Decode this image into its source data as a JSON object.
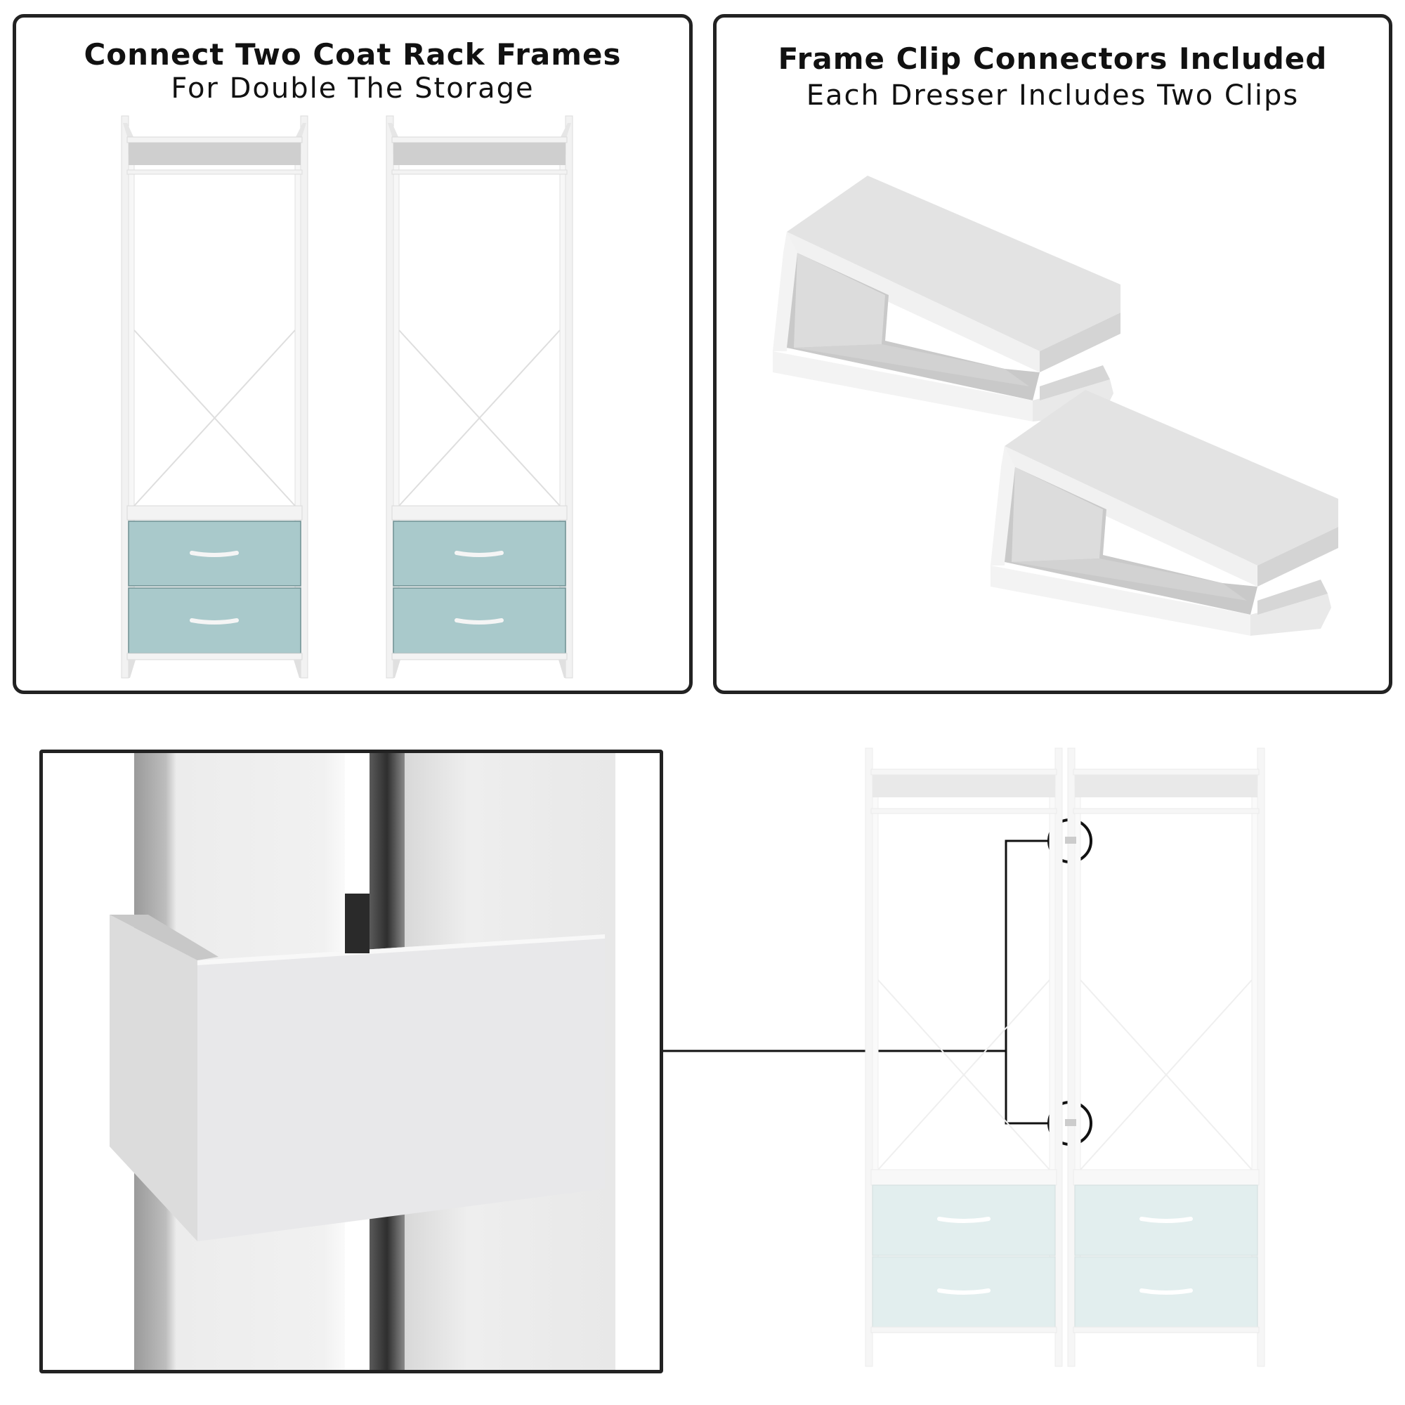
{
  "panels": {
    "connect_frames": {
      "title": "Connect Two Coat Rack Frames",
      "subtitle": "For Double The Storage"
    },
    "clip_connectors": {
      "title": "Frame Clip Connectors Included",
      "subtitle": "Each Dresser Includes Two Clips"
    },
    "detail_closeup": {},
    "assembled_view": {}
  },
  "colors": {
    "border": "#222222",
    "drawer_teal": "#a9c9cb",
    "drawer_teal_faded": "#e2eeee",
    "frame_white": "#f4f4f4",
    "shelf_gray": "#d9d9d9",
    "callout_line": "#111111"
  }
}
